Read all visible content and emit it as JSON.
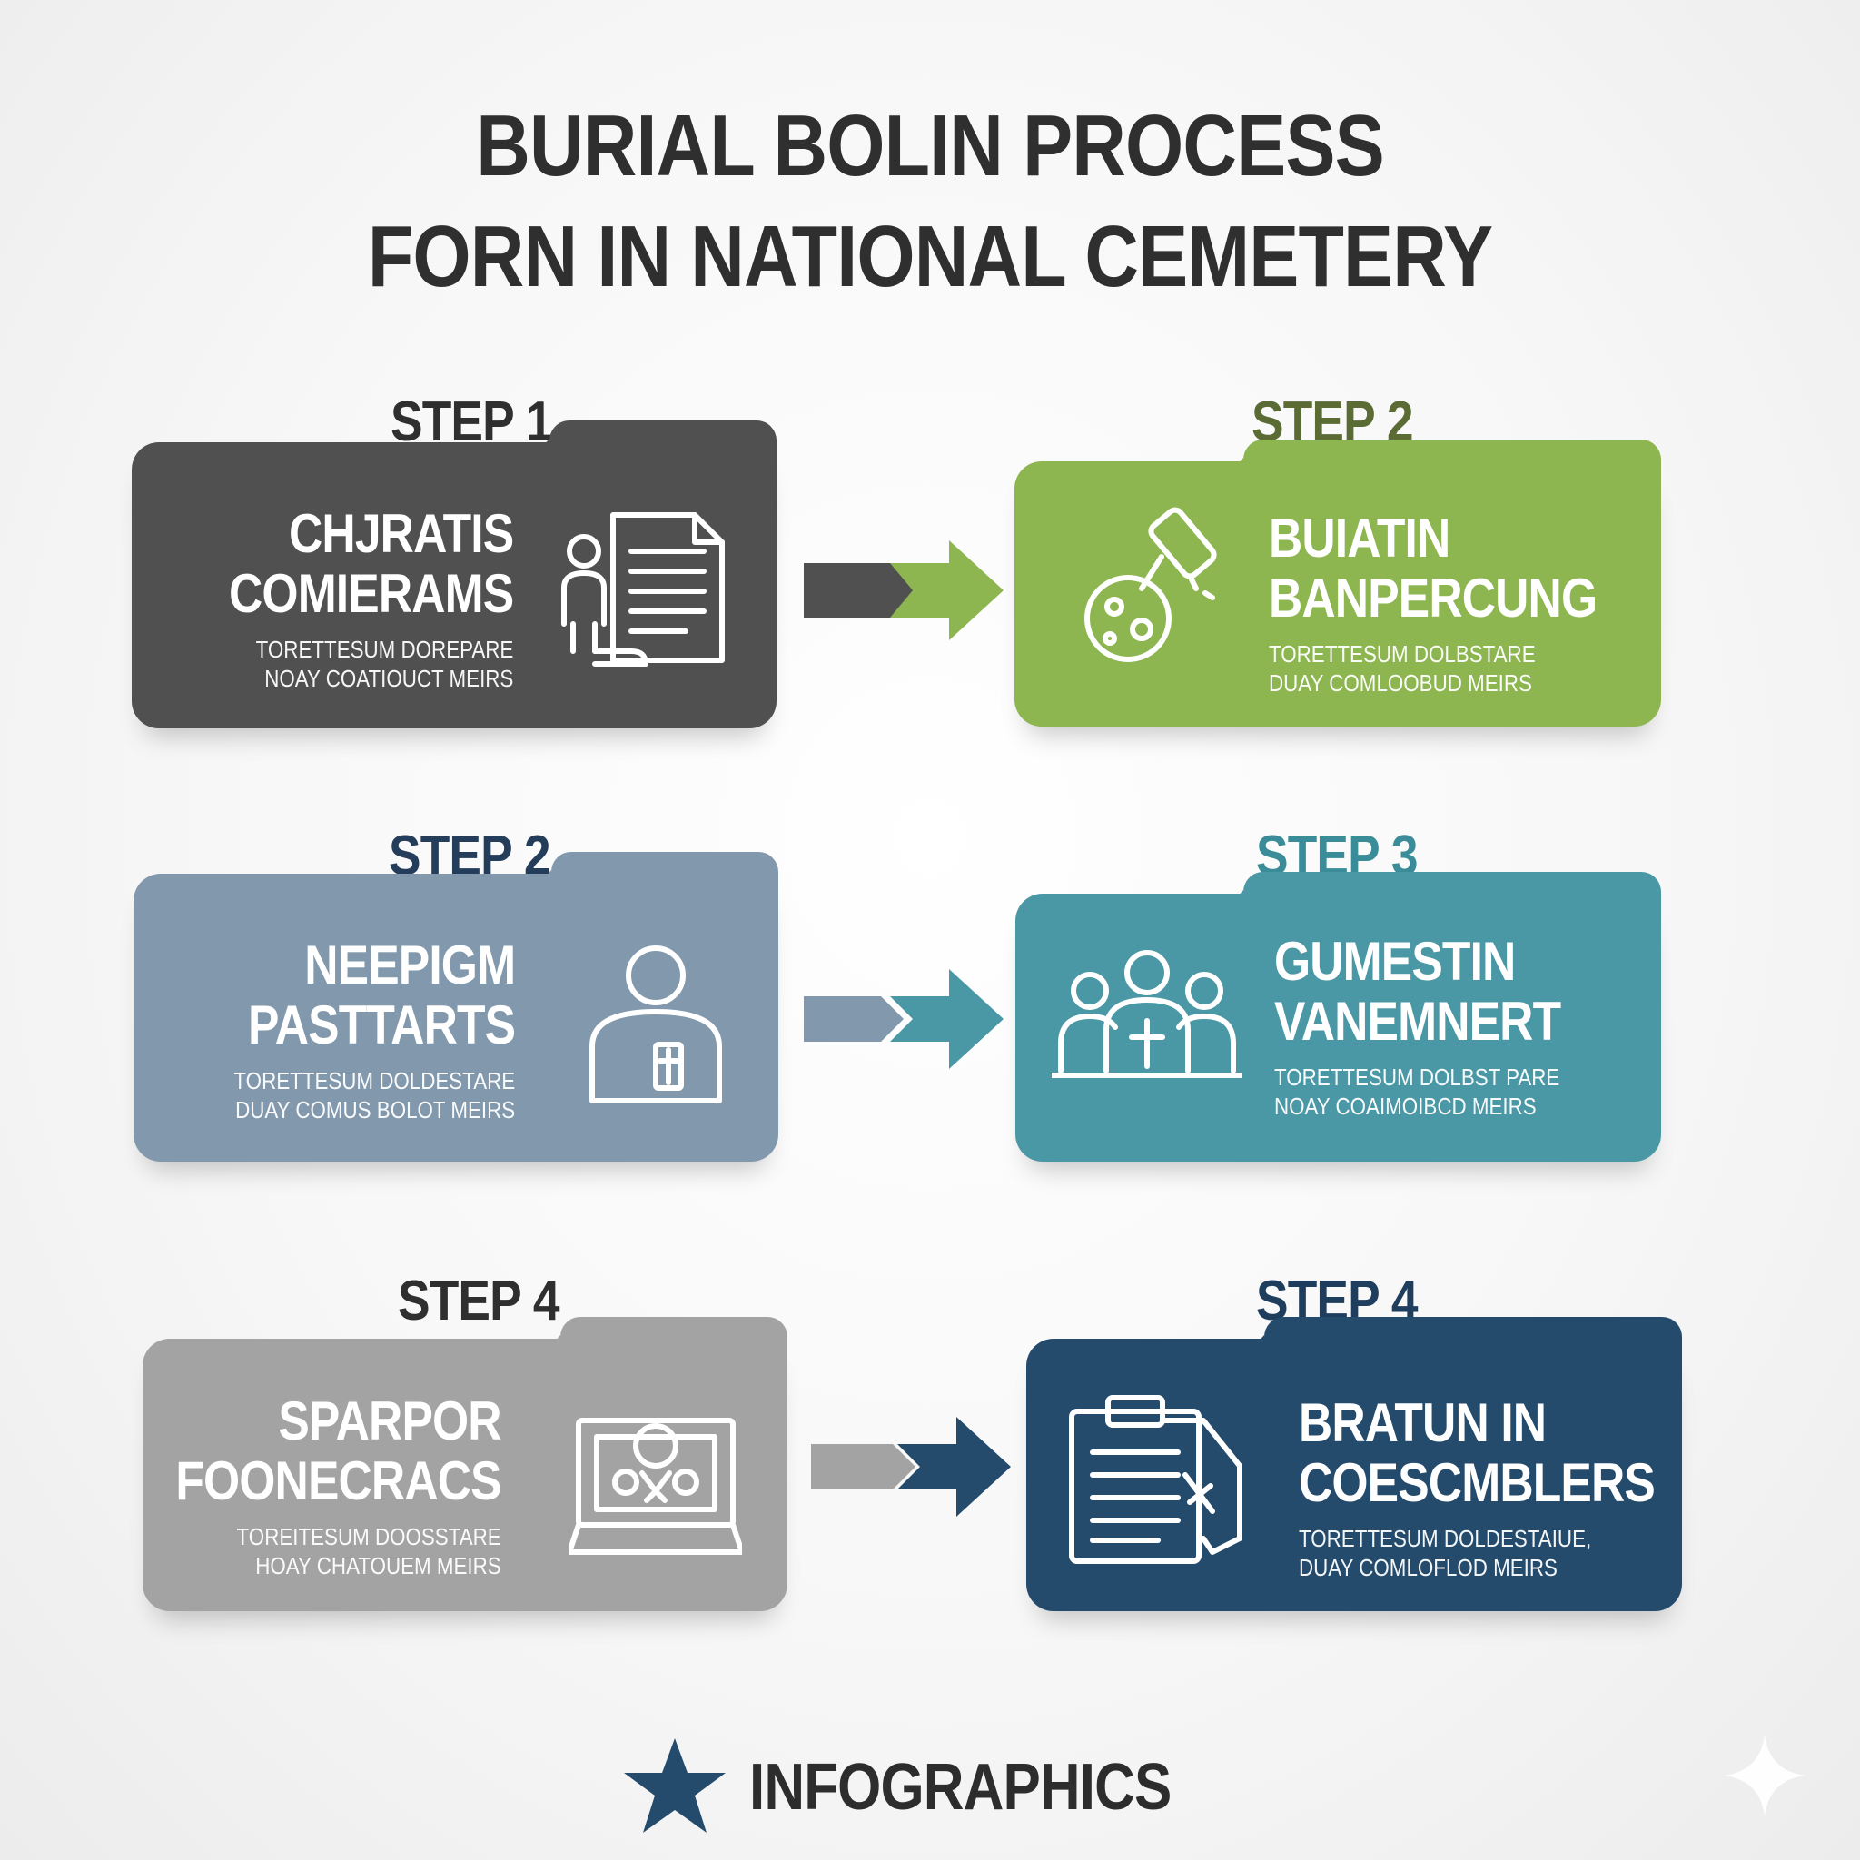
{
  "title": {
    "line1": "BURIAL BOLIN PROCESS",
    "line2": "FORN IN NATIONAL CEMETERY"
  },
  "steps": [
    {
      "label": "STEP 1",
      "title1": "CHJRATIS",
      "title2": "COMIERAMS",
      "desc1": "TORETTESUM DOREPARE",
      "desc2": "NOAY COATIOUCT MEIRS",
      "color": "#505050",
      "label_color": "#2f2f2f",
      "icon": "person-document-icon"
    },
    {
      "label": "STEP 2",
      "title1": "BUIATIN",
      "title2": "BANPERCUNG",
      "desc1": "TORETTESUM DOLBSTARE",
      "desc2": "DUAY COMLOOBUD MEIRS",
      "color": "#8db550",
      "label_color": "#5a6b34",
      "icon": "flask-icon"
    },
    {
      "label": "STEP 2",
      "title1": "NEEPIGM",
      "title2": "PASTTARTS",
      "desc1": "TORETTESUM DOLDESTARE",
      "desc2": "DUAY COMUS BOLOT MEIRS",
      "color": "#8299ad",
      "label_color": "#243d5a",
      "icon": "person-cross-icon"
    },
    {
      "label": "STEP 3",
      "title1": "GUMESTIN",
      "title2": "VANEMNERT",
      "desc1": "TORETTESUM DOLBST PARE",
      "desc2": "NOAY COAIMOIBCD MEIRS",
      "color": "#4a98a5",
      "label_color": "#3a8c98",
      "icon": "group-cross-icon"
    },
    {
      "label": "STEP 4",
      "title1": "SPARPOR",
      "title2": "FOONECRACS",
      "desc1": "TOREITESUM DOOSSTARE",
      "desc2": "HOAY CHATOUEM MEIRS",
      "color": "#a3a3a3",
      "label_color": "#2f2f2f",
      "icon": "monitor-people-icon"
    },
    {
      "label": "STEP 4",
      "title1": "BRATUN IN",
      "title2": "COESCMBLERS",
      "desc1": "TORETTESUM DOLDESTAIUE,",
      "desc2": "DUAY COMLOFLOD MEIRS",
      "color": "#244a6c",
      "label_color": "#1f3d5c",
      "icon": "clipboard-cross-icon"
    }
  ],
  "arrows": [
    {
      "stub": "#505050",
      "head": "#8db550"
    },
    {
      "stub": "#8299ad",
      "head": "#4a98a5"
    },
    {
      "stub": "#a3a3a3",
      "head": "#244a6c"
    }
  ],
  "footer": {
    "label": "INFOGRAPHICS",
    "star_color": "#244a6c",
    "icon": "star-icon"
  }
}
